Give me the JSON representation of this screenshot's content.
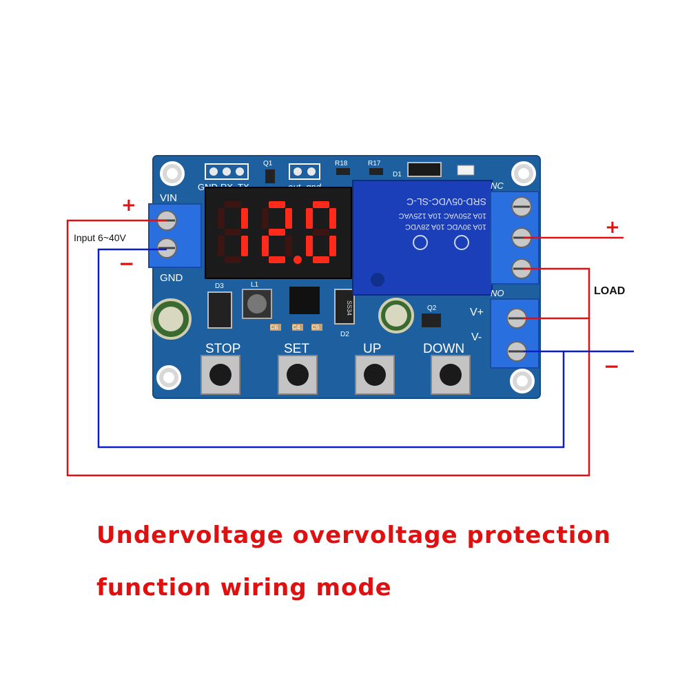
{
  "board": {
    "display": "12.0",
    "header_labels": [
      "GND",
      "RX",
      "TX"
    ],
    "out_labels": [
      "out",
      "gnd"
    ],
    "vin_label": "VIN",
    "gnd_label": "GND",
    "nc_label": "NC",
    "no_label": "NO",
    "vplus_label": "V+",
    "vminus_label": "V-",
    "buttons": [
      "STOP",
      "SET",
      "UP",
      "DOWN"
    ],
    "relay_text": [
      "SRD-05VDC-SL-C",
      "10A 250VAC  10A 125VAC",
      "10A 30VDC  10A 28VDC"
    ],
    "component_labels": [
      "Q1",
      "R18",
      "R17",
      "D1",
      "D3",
      "L1",
      "C6",
      "C4",
      "C5",
      "D2",
      "Q2"
    ],
    "chip_text": "SS34"
  },
  "wiring": {
    "input_label": "Input 6~40V",
    "left_plus": "+",
    "left_minus": "−",
    "right_plus": "+",
    "right_minus": "−",
    "load_label": "LOAD"
  },
  "caption": {
    "line1": "Undervoltage overvoltage protection",
    "line2": "function wiring mode"
  },
  "colors": {
    "pcb": "#1e5fa0",
    "wire_red": "#e01010",
    "wire_blue": "#0a1ec8",
    "terminal": "#2a6fe0",
    "led_red": "#ff2a1a"
  }
}
